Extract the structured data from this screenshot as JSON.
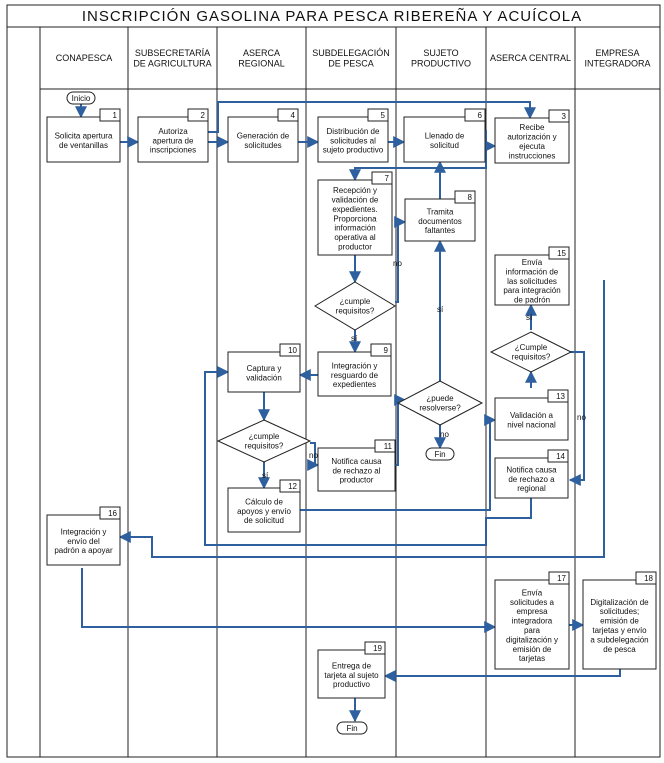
{
  "title": "INSCRIPCIÓN GASOLINA PARA PESCA RIBEREÑA Y ACUÍCOLA",
  "lanes": [
    [
      "CONAPESCA"
    ],
    [
      "SUBSECRETARÍA",
      "DE AGRICULTURA"
    ],
    [
      "ASERCA",
      "REGIONAL"
    ],
    [
      "SUBDELEGACIÓN",
      "DE PESCA"
    ],
    [
      "SUJETO",
      "PRODUCTIVO"
    ],
    [
      "ASERCA CENTRAL"
    ],
    [
      "EMPRESA",
      "INTEGRADORA"
    ]
  ],
  "terminals": {
    "inicio": "Inicio",
    "fin_sujeto": "Fin",
    "fin_final": "Fin"
  },
  "processes": [
    {
      "num": "1",
      "lines": [
        "Solicita apertura",
        "de ventanillas"
      ]
    },
    {
      "num": "2",
      "lines": [
        "Autoriza",
        "apertura de",
        "inscripciones"
      ]
    },
    {
      "num": "3",
      "lines": [
        "Recibe",
        "autorización y",
        "ejecuta",
        "instrucciones"
      ]
    },
    {
      "num": "4",
      "lines": [
        "Generación de",
        "solicitudes"
      ]
    },
    {
      "num": "5",
      "lines": [
        "Distribución de",
        "solicitudes al",
        "sujeto productivo"
      ]
    },
    {
      "num": "6",
      "lines": [
        "Llenado de",
        "solicitud"
      ]
    },
    {
      "num": "7",
      "lines": [
        "Recepción y",
        "validación de",
        "expedientes.",
        "Proporciona",
        "información",
        "operativa al",
        "productor"
      ]
    },
    {
      "num": "8",
      "lines": [
        "Tramita",
        "documentos",
        "faltantes"
      ]
    },
    {
      "num": "9",
      "lines": [
        "Integración y",
        "resguardo de",
        "expedientes"
      ]
    },
    {
      "num": "10",
      "lines": [
        "Captura y",
        "validación"
      ]
    },
    {
      "num": "11",
      "lines": [
        "Notifica causa",
        "de rechazo al",
        "productor"
      ]
    },
    {
      "num": "12",
      "lines": [
        "Cálculo de",
        "apoyos y envío",
        "de solicitud"
      ]
    },
    {
      "num": "13",
      "lines": [
        "Validación a",
        "nivel nacional"
      ]
    },
    {
      "num": "14",
      "lines": [
        "Notifica causa",
        "de rechazo a",
        "regional"
      ]
    },
    {
      "num": "15",
      "lines": [
        "Envía",
        "información de",
        "las solicitudes",
        "para integración",
        "de padrón"
      ]
    },
    {
      "num": "16",
      "lines": [
        "Integración y",
        "envío del",
        "padrón a apoyar"
      ]
    },
    {
      "num": "17",
      "lines": [
        "Envía",
        "solicitudes a",
        "empresa",
        "integradora",
        "para",
        "digitalización y",
        "emisión de",
        "tarjetas"
      ]
    },
    {
      "num": "18",
      "lines": [
        "Digitalización de",
        "solicitudes;",
        "emisión de",
        "tarjetas y envío",
        "a subdelegación",
        "de pesca"
      ]
    },
    {
      "num": "19",
      "lines": [
        "Entrega de",
        "tarjeta al sujeto",
        "productivo"
      ]
    }
  ],
  "decisions": {
    "d_subdelegacion": [
      "¿cumple",
      "requisitos?"
    ],
    "d_aserca_regional": [
      "¿cumple",
      "requisitos?"
    ],
    "d_sujeto": [
      "¿puede",
      "resolverse?"
    ],
    "d_aserca_central": [
      "¿Cumple",
      "requisitos?"
    ]
  },
  "labels": {
    "no_subdelegacion": "no",
    "si_subdelegacion": "sí",
    "si_aserca_regional": "sí",
    "no_aserca_regional": "no",
    "si_sujeto": "sí",
    "no_sujeto": "no",
    "si_aserca_central": "sí",
    "no_aserca_central": "no"
  },
  "colors": {
    "line": "#2e5f9e",
    "border": "#222222",
    "fill": "#ffffff"
  }
}
